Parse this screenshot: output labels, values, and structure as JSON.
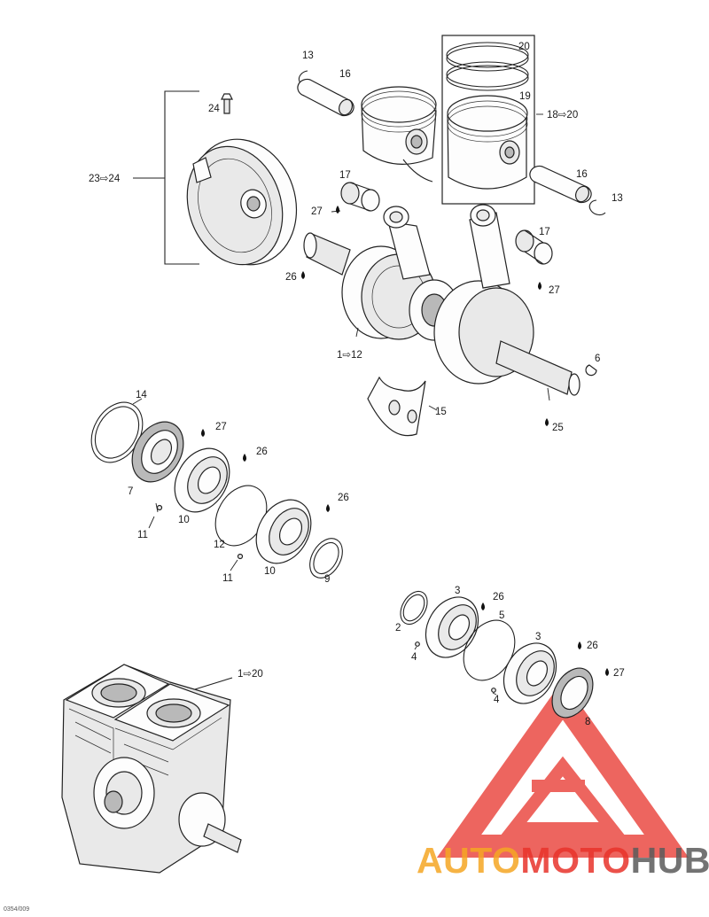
{
  "callouts": {
    "c13a": "13",
    "c16a": "16",
    "c20": "20",
    "c19": "19",
    "c18_20": "18⇨20",
    "c24": "24",
    "c23_24": "23⇨24",
    "c17a": "17",
    "c27a": "27",
    "c16b": "16",
    "c13b": "13",
    "c17b": "17",
    "c27b": "27",
    "c26a": "26",
    "c1_12": "1⇨12",
    "c6": "6",
    "c15": "15",
    "c25": "25",
    "c14": "14",
    "c27c": "27",
    "c26b": "26",
    "c7": "7",
    "c10a": "10",
    "c11a": "11",
    "c12": "12",
    "c26c": "26",
    "c10b": "10",
    "c11b": "11",
    "c9": "9",
    "c3a": "3",
    "c26d": "26",
    "c2": "2",
    "c5": "5",
    "c4a": "4",
    "c3b": "3",
    "c26e": "26",
    "c27d": "27",
    "c4b": "4",
    "c8": "8",
    "c1_20": "1⇨20"
  },
  "watermark": {
    "part1": "AUTO",
    "part2": "MOTO",
    "part3": "HUB",
    "color_light": "#f5a623",
    "color_red": "#e8322a",
    "color_dark": "#5a5a5a"
  },
  "figure_code": "0354/009"
}
